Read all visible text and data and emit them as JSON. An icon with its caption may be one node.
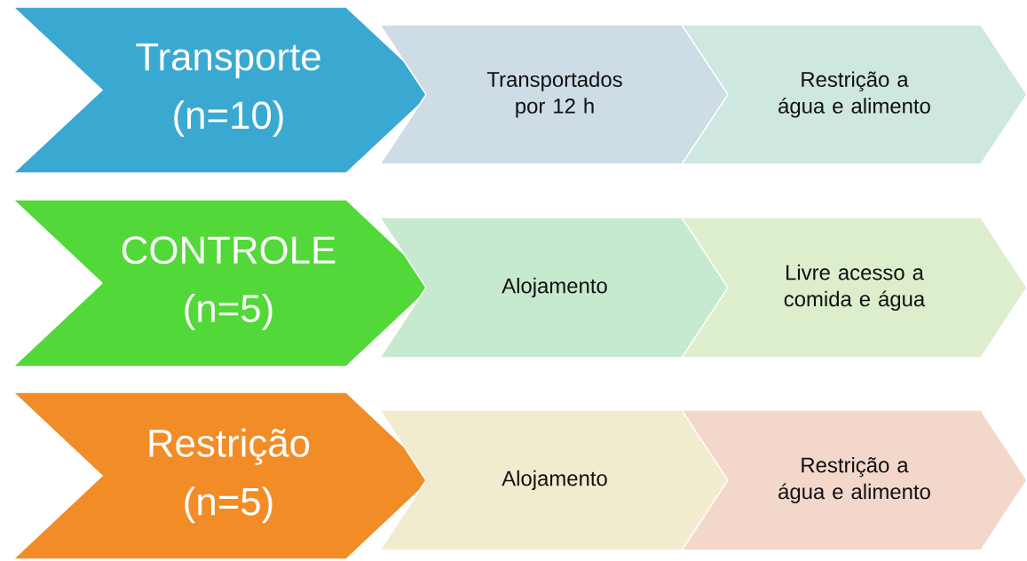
{
  "diagram": {
    "nodes": [
      {
        "text": [
          "Transporte",
          "(n=10)"
        ]
      },
      {
        "text": [
          "Transportados por 12 h"
        ]
      },
      {
        "text": [
          "Restrição a água e alimento"
        ]
      },
      {
        "text": [
          "CONTROLE",
          "(n=5)"
        ]
      },
      {
        "text": [
          "Alojamento"
        ]
      },
      {
        "text": [
          "Livre acesso a comida e água"
        ]
      },
      {
        "text": [
          "Restrição",
          "(n=5)"
        ]
      },
      {
        "text": [
          "Alojamento"
        ]
      },
      {
        "text": [
          "Restrição a água e alimento"
        ]
      }
    ]
  }
}
